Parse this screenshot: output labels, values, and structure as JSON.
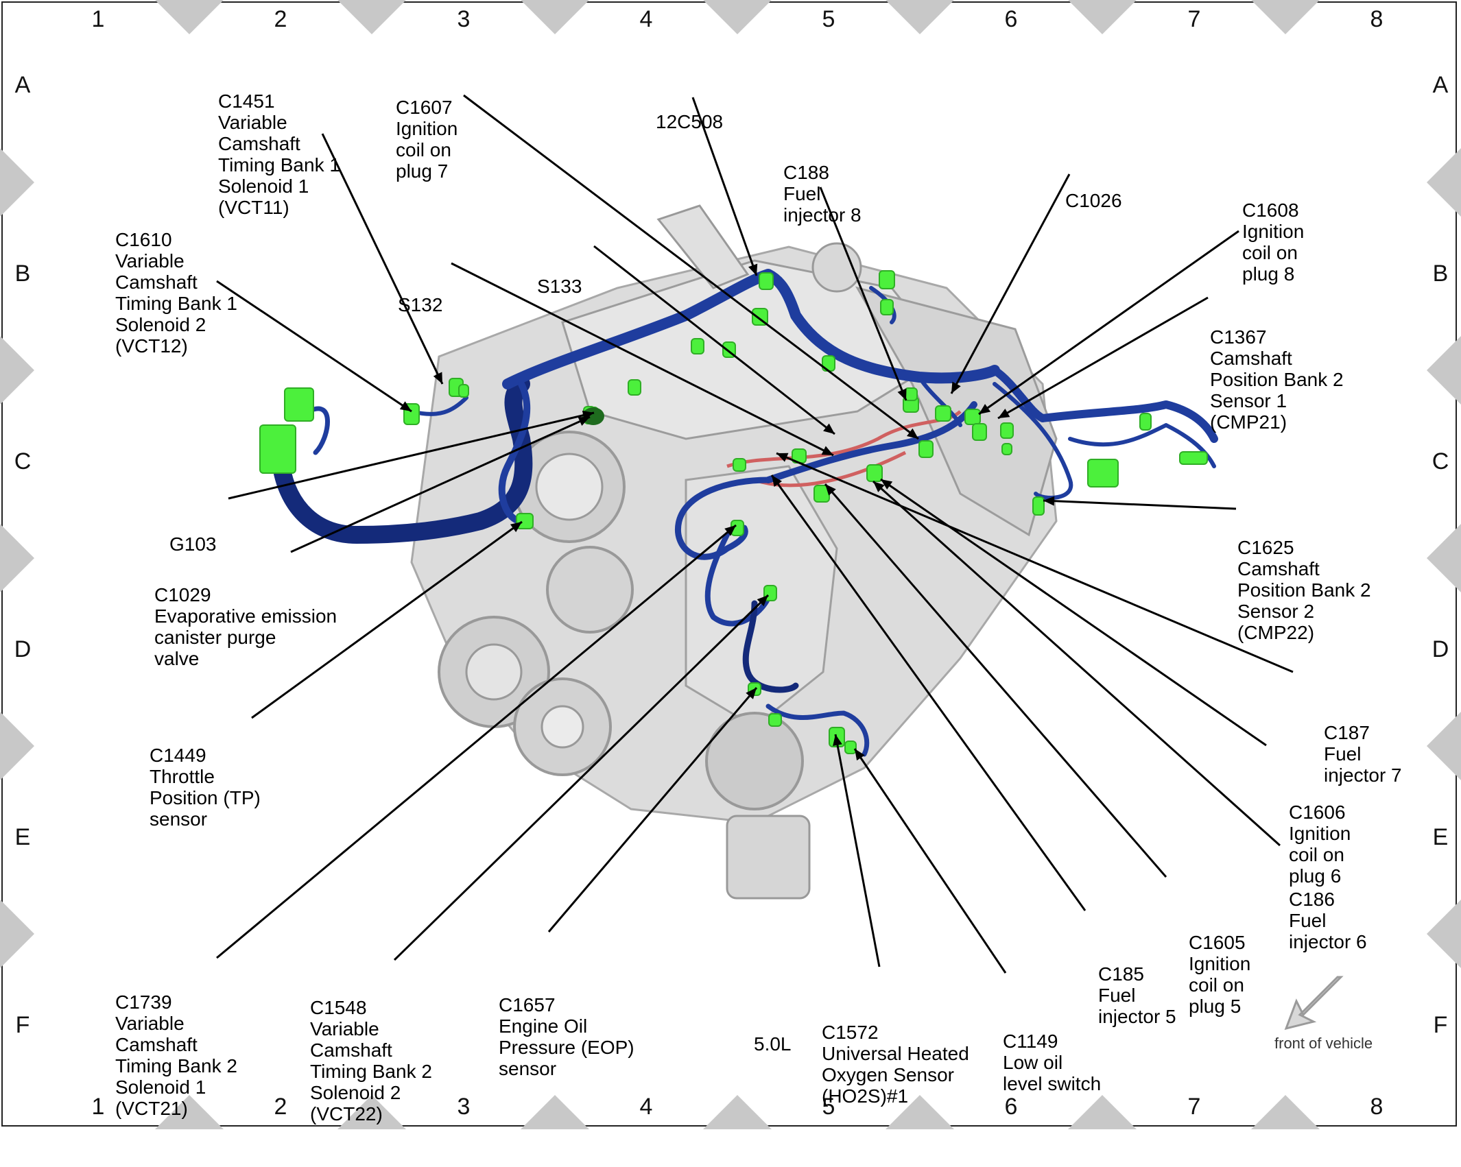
{
  "grid": {
    "columns": [
      "1",
      "2",
      "3",
      "4",
      "5",
      "6",
      "7",
      "8"
    ],
    "rows": [
      "A",
      "B",
      "C",
      "D",
      "E",
      "F"
    ]
  },
  "model": "5.0L",
  "front_of_vehicle": "front of vehicle",
  "labels": {
    "c1451": [
      "C1451",
      "Variable",
      "Camshaft",
      "Timing Bank 1",
      "Solenoid 1",
      "(VCT11)"
    ],
    "c1607": [
      "C1607",
      "Ignition",
      "coil on",
      "plug 7"
    ],
    "c12c508": [
      "12C508"
    ],
    "c188": [
      "C188",
      "Fuel",
      "injector 8"
    ],
    "c1026": [
      "C1026"
    ],
    "c1608": [
      "C1608",
      "Ignition",
      "coil on",
      "plug 8"
    ],
    "c1610": [
      "C1610",
      "Variable",
      "Camshaft",
      "Timing Bank 1",
      "Solenoid 2",
      "(VCT12)"
    ],
    "s133": [
      "S133"
    ],
    "s132": [
      "S132"
    ],
    "c1367": [
      "C1367",
      "Camshaft",
      "Position Bank 2",
      "Sensor 1",
      "(CMP21)"
    ],
    "g103": [
      "G103"
    ],
    "c1029": [
      "C1029",
      "Evaporative emission",
      "canister purge",
      "valve"
    ],
    "c1625": [
      "C1625",
      "Camshaft",
      "Position Bank 2",
      "Sensor 2",
      "(CMP22)"
    ],
    "c1449": [
      "C1449",
      "Throttle",
      "Position (TP)",
      "sensor"
    ],
    "c187": [
      "C187",
      "Fuel",
      "injector 7"
    ],
    "c1606": [
      "C1606",
      "Ignition",
      "coil on",
      "plug 6"
    ],
    "c186": [
      "C186",
      "Fuel",
      "injector 6"
    ],
    "c1605": [
      "C1605",
      "Ignition",
      "coil on",
      "plug 5"
    ],
    "c185": [
      "C185",
      "Fuel",
      "injector 5"
    ],
    "c1739": [
      "C1739",
      "Variable",
      "Camshaft",
      "Timing Bank 2",
      "Solenoid 1",
      "(VCT21)"
    ],
    "c1548": [
      "C1548",
      "Variable",
      "Camshaft",
      "Timing Bank 2",
      "Solenoid 2",
      "(VCT22)"
    ],
    "c1657": [
      "C1657",
      "Engine Oil",
      "Pressure (EOP)",
      "sensor"
    ],
    "c1572": [
      "C1572",
      "Universal Heated",
      "Oxygen Sensor",
      "(HO2S)#1"
    ],
    "c1149": [
      "C1149",
      "Low oil",
      "level switch"
    ]
  },
  "colors": {
    "harness": "#1f3d9e",
    "harness_dark": "#142a7a",
    "connector": "#4cf03c",
    "engine": "#d9d9d9",
    "engine_shade": "#b8b8b8",
    "red_wire": "#d06060",
    "tick": "#c8c8c8"
  }
}
